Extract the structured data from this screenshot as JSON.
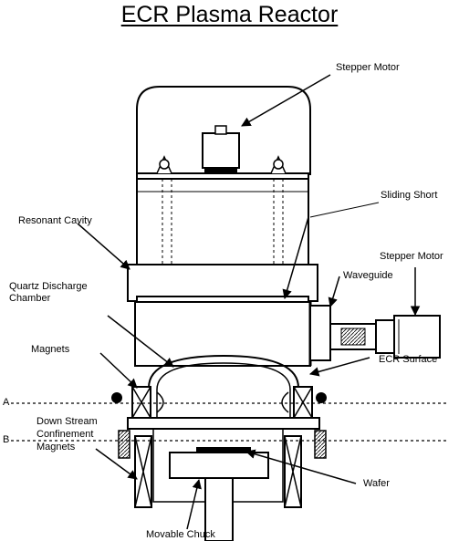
{
  "title": "ECR Plasma Reactor",
  "labels": {
    "stepper_motor_top": "Stepper Motor",
    "sliding_short": "Sliding Short",
    "resonant_cavity": "Resonant Cavity",
    "stepper_motor_right": "Stepper Motor",
    "waveguide": "Waveguide",
    "quartz_discharge_line1": "Quartz Discharge",
    "quartz_discharge_line2": "Chamber",
    "magnets": "Magnets",
    "ecr_surface": "ECR Surface",
    "plane_a": "A",
    "plane_b": "B",
    "downstream_line1": "Down Stream",
    "downstream_line2": "Confinement",
    "downstream_line3": "Magnets",
    "wafer": "Wafer",
    "movable_chuck": "Movable Chuck"
  }
}
